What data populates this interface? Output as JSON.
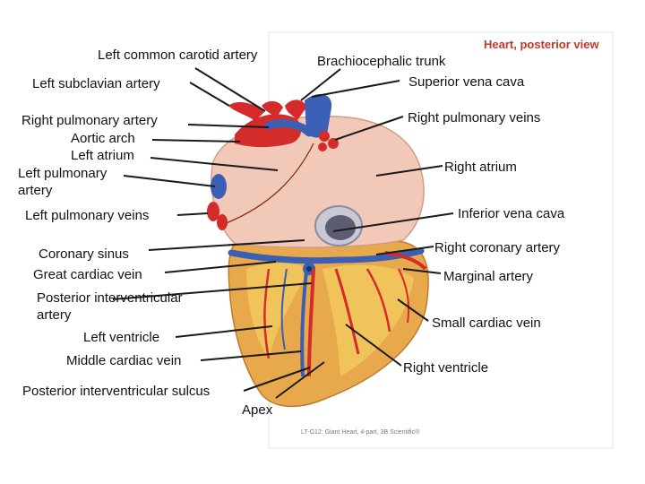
{
  "plate": {
    "title": "Heart, posterior view",
    "caption": "LT-G12: Giant Heart, 4-part, 3B Scientific®"
  },
  "labels": {
    "left_common_carotid_artery": "Left common carotid artery",
    "left_subclavian_artery": "Left subclavian artery",
    "right_pulmonary_artery": "Right pulmonary artery",
    "aortic_arch": "Aortic arch",
    "left_atrium": "Left atrium",
    "left_pulmonary_artery": "Left pulmonary artery",
    "left_pulmonary_veins": "Left pulmonary veins",
    "coronary_sinus": "Coronary sinus",
    "great_cardiac_vein": "Great cardiac vein",
    "posterior_interventricular_artery": "Posterior interventricular artery",
    "left_ventricle": "Left ventricle",
    "middle_cardiac_vein": "Middle cardiac vein",
    "posterior_interventricular_sulcus": "Posterior interventricular sulcus",
    "apex": "Apex",
    "brachiocephalic_trunk": "Brachiocephalic trunk",
    "superior_vena_cava": "Superior vena cava",
    "right_pulmonary_veins": "Right pulmonary veins",
    "right_atrium": "Right atrium",
    "inferior_vena_cava": "Inferior vena cava",
    "right_coronary_artery": "Right coronary artery",
    "marginal_artery": "Marginal artery",
    "small_cardiac_vein": "Small cardiac vein",
    "right_ventricle": "Right ventricle"
  },
  "colors": {
    "artery": "#d42b2b",
    "vein": "#3a5fb5",
    "atria": "#f2c9b8",
    "ventricle": "#e8a94c",
    "fat": "#f5d063",
    "title": "#c0392b"
  }
}
